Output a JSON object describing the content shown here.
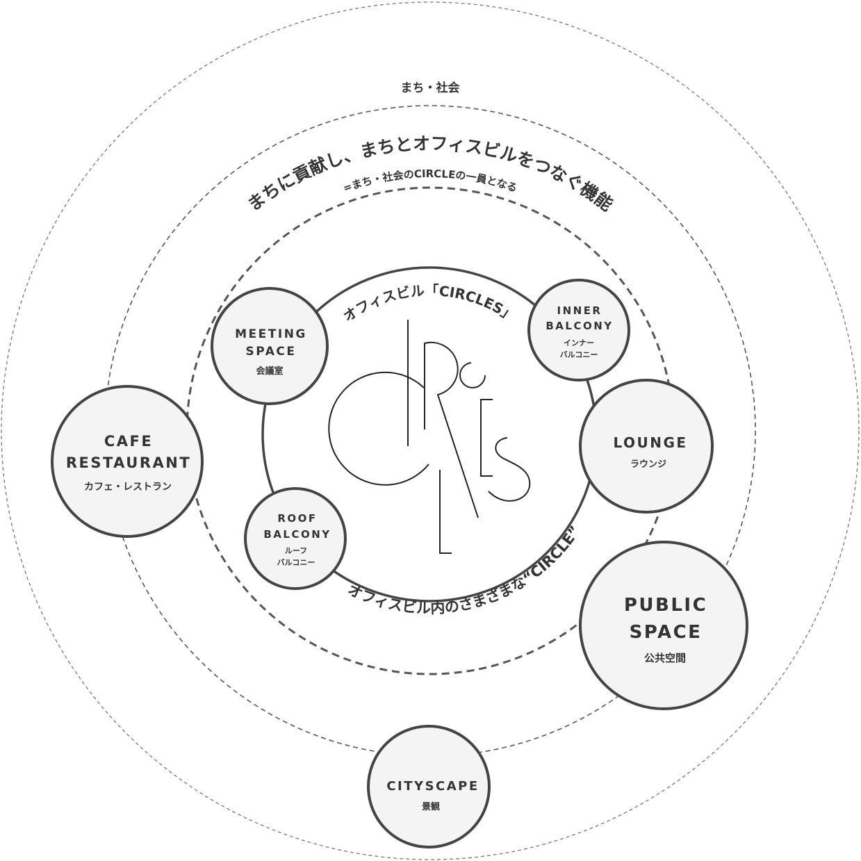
{
  "rings": {
    "outer_label": "まち・社会",
    "middle_title": "まちに貢献し、まちとオフィスビルをつなぐ機能",
    "middle_subtitle": "=まち・社会のCIRCLEの一員となる",
    "inner_top_label": "オフィスビル「CIRCLES」",
    "inner_bottom_label": "オフィスビル内のさまざまな“CIRCLE”"
  },
  "logo": {
    "text": "CIRCLES"
  },
  "nodes": {
    "meeting_space": {
      "en": [
        "MEETING",
        "SPACE"
      ],
      "jp": "会議室"
    },
    "inner_balcony": {
      "en": [
        "INNER",
        "BALCONY"
      ],
      "jp": [
        "インナー",
        "バルコニー"
      ]
    },
    "lounge": {
      "en": [
        "LOUNGE"
      ],
      "jp": "ラウンジ"
    },
    "roof_balcony": {
      "en": [
        "ROOF",
        "BALCONY"
      ],
      "jp": [
        "ルーフ",
        "バルコニー"
      ]
    },
    "cafe_restaurant": {
      "en": [
        "CAFE",
        "RESTAURANT"
      ],
      "jp": "カフェ・レストラン"
    },
    "public_space": {
      "en": [
        "PUBLIC",
        "SPACE"
      ],
      "jp": "公共空間"
    },
    "cityscape": {
      "en": [
        "CITYSCAPE"
      ],
      "jp": "景観"
    }
  },
  "colors": {
    "stroke": "#444444",
    "fill": "#f4f4f4",
    "text": "#333333"
  }
}
